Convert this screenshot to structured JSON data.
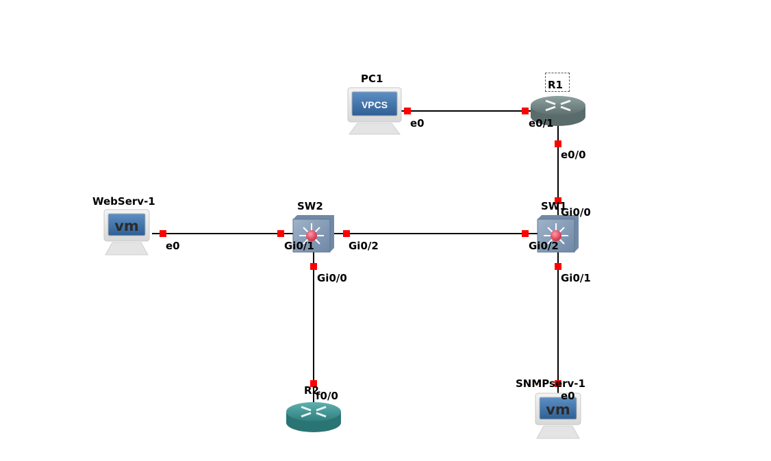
{
  "canvas": {
    "background": "#ffffff",
    "link_color": "#000000",
    "port_marker_color": "#ff0000"
  },
  "nodes": {
    "pc1": {
      "name": "PC1",
      "type": "vpcs",
      "icon": "vpcs-pc-icon",
      "screen_text": "VPCS"
    },
    "r1": {
      "name": "R1",
      "type": "router",
      "icon": "router-icon",
      "selected": true,
      "color": "#6b7d7d"
    },
    "webserv1": {
      "name": "WebServ-1",
      "type": "vm",
      "icon": "vm-host-icon",
      "screen_text": "vm"
    },
    "sw2": {
      "name": "SW2",
      "type": "switch",
      "icon": "multilayer-switch-icon"
    },
    "sw1": {
      "name": "SW1",
      "type": "switch",
      "icon": "multilayer-switch-icon"
    },
    "r2": {
      "name": "R2",
      "type": "router",
      "icon": "router-icon",
      "color": "#3a8c8c"
    },
    "snmpserv1": {
      "name": "SNMPserv-1",
      "type": "vm",
      "icon": "vm-host-icon",
      "screen_text": "vm"
    }
  },
  "links": [
    {
      "from": "PC1",
      "from_port": "e0",
      "to": "R1",
      "to_port": "e0/1"
    },
    {
      "from": "R1",
      "from_port": "e0/0",
      "to": "SW1",
      "to_port": "Gi0/0"
    },
    {
      "from": "WebServ-1",
      "from_port": "e0",
      "to": "SW2",
      "to_port": "Gi0/1"
    },
    {
      "from": "SW2",
      "from_port": "Gi0/2",
      "to": "SW1",
      "to_port": "Gi0/2"
    },
    {
      "from": "SW2",
      "from_port": "Gi0/0",
      "to": "R2",
      "to_port": "f0/0"
    },
    {
      "from": "SW1",
      "from_port": "Gi0/1",
      "to": "SNMPserv-1",
      "to_port": "e0"
    }
  ],
  "ports": {
    "pc1_e0": "e0",
    "r1_e01": "e0/1",
    "r1_e00": "e0/0",
    "sw1_gi00": "Gi0/0",
    "web_e0": "e0",
    "sw2_gi01": "Gi0/1",
    "sw2_gi02": "Gi0/2",
    "sw1_gi02": "Gi0/2",
    "sw2_gi00": "Gi0/0",
    "r2_f00": "f0/0",
    "sw1_gi01": "Gi0/1",
    "snmp_e0": "e0"
  }
}
